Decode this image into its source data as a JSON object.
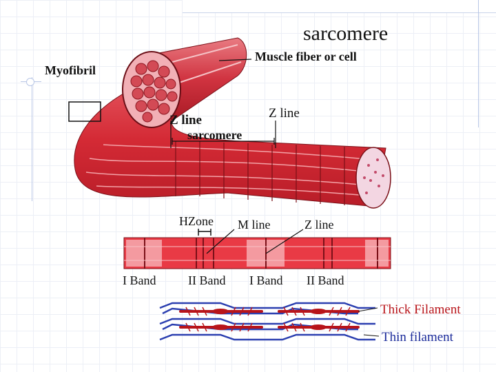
{
  "title": "sarcomere",
  "labels": {
    "muscle_fiber": "Muscle fiber or cell",
    "myofibril": "Myofibril",
    "z_line_left": "Z line",
    "z_line_right": "Z line",
    "sarcomere": "sarcomere",
    "h_zone": "HZone",
    "m_line": "M line",
    "z_line_band": "Z line",
    "i_band_1": "I Band",
    "a_band_1": "II Band",
    "i_band_2": "I Band",
    "a_band_2": "II Band",
    "thick_filament": "Thick Filament",
    "thin_filament": "Thin filament"
  },
  "colors": {
    "muscle_red": "#d42a35",
    "muscle_light": "#ee7f86",
    "filament_blue": "#2b3fb0",
    "thick_red": "#b8141a"
  }
}
